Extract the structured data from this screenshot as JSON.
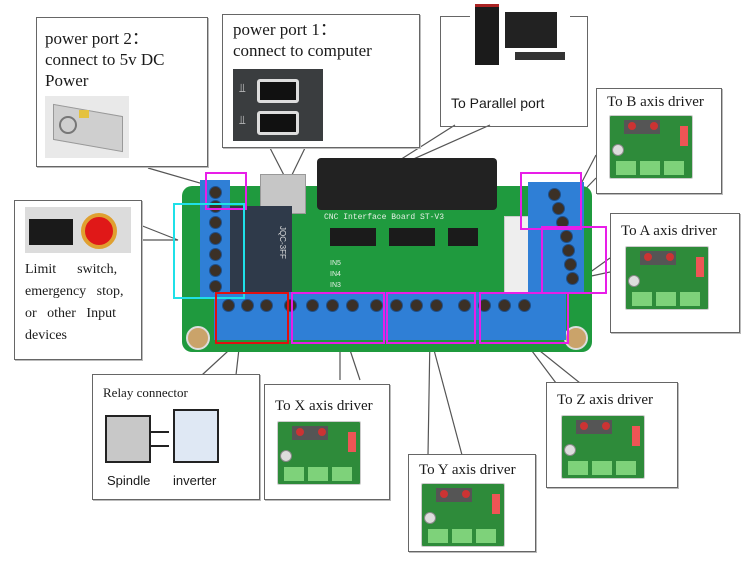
{
  "callouts": {
    "power_port_2": {
      "line1": "power port    2：",
      "line2": "connect to 5v DC",
      "line3": "Power",
      "image": "power-supply"
    },
    "power_port_1": {
      "line1": "power port 1：",
      "line2": "connect to computer",
      "image": "usb-ports"
    },
    "parallel_port": {
      "label": "To Parallel port",
      "image": "desktop-computer"
    },
    "b_axis": {
      "label": "To B axis driver",
      "image": "stepper-driver-board"
    },
    "a_axis": {
      "label": "To A axis driver",
      "image": "stepper-driver-board"
    },
    "inputs": {
      "line1": "Limit      switch,",
      "line2": "emergency   stop,",
      "line3": "or   other   Input",
      "line4": "devices",
      "image": "limit-switch-and-estop"
    },
    "relay": {
      "label": "Relay connector",
      "spindle": "Spindle",
      "inverter": "inverter"
    },
    "x_axis": {
      "label": "To X axis driver",
      "image": "stepper-driver-board"
    },
    "y_axis": {
      "label": "To Y axis driver",
      "image": "stepper-driver-board"
    },
    "z_axis": {
      "label": "To Z axis driver",
      "image": "stepper-driver-board"
    }
  },
  "board": {
    "silkscreen": "CNC Interface Board   ST-V3",
    "input_labels": [
      "IN5",
      "IN4",
      "IN3"
    ],
    "relay_label": "JQC-3FF"
  },
  "highlight_colors": {
    "magenta": "#e81ee8",
    "cyan": "#1fe0e8",
    "red": "#e01010"
  }
}
